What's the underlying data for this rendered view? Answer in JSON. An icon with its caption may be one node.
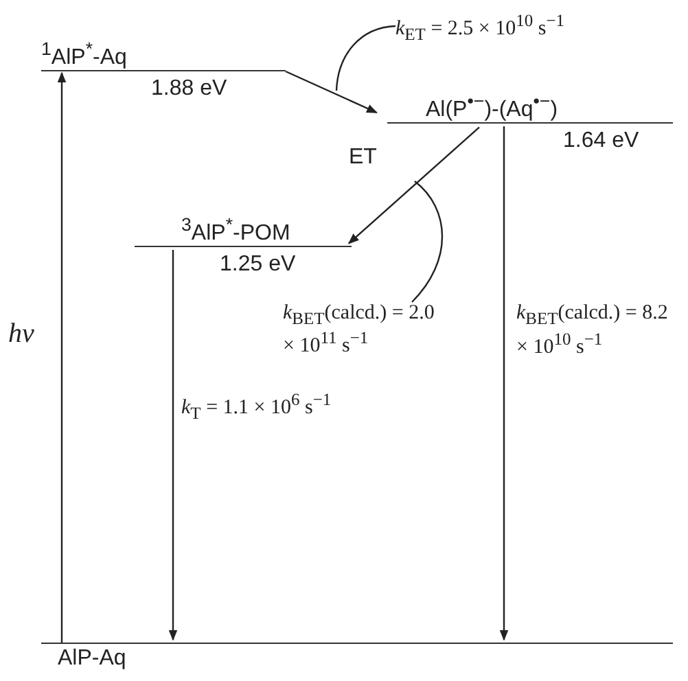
{
  "diagram": {
    "nodes": [
      {
        "text": [
          "$^{1}$AlP$^{*}$-Aq"
        ],
        "beside": [
          "1.88 eV"
        ]
      },
      {
        "text": [
          "Al(P$^{•−}$)-(Aq$^{•−}$)"
        ],
        "beside": [
          "1.64 eV"
        ]
      },
      {
        "text": [
          "$^{3}$AlP$^{*}$-POM"
        ],
        "beside": [
          "1.25 eV"
        ]
      },
      {
        "text": [
          "AlP-Aq"
        ]
      },
      {
        "text": [
          "*k*$_{ET}$ = 2.5 × 10$^{10}$ s$^{−1}$"
        ]
      },
      {
        "text": [
          "*k*$_{BET}$(calcd.) = 2.0 × 10$^{11}$ s$^{−1}$"
        ]
      }
    ],
    "edges": [
      {
        "from": 3,
        "to": 0,
        "arrow": "to",
        "label": "hν"
      },
      {
        "from": 0,
        "to": 1,
        "arrow": "to"
      },
      {
        "from": 4,
        "to": null,
        "arrow": "none"
      },
      {
        "from": 1,
        "to": 2,
        "arrow": "to",
        "label": "ET"
      },
      {
        "from": 5,
        "to": null,
        "arrow": "none"
      },
      {
        "from": 2,
        "to": 3,
        "arrow": "to",
        "label": "*k*$_{T}$ = 1.1 × 10$^{6}$ s$^{−1}$"
      },
      {
        "from": 1,
        "to": 3,
        "arrow": "to",
        "label": "*k*$_{BET}$(calcd.) = 8.2 × 10$^{10}$ s$^{−1}$"
      }
    ]
  }
}
